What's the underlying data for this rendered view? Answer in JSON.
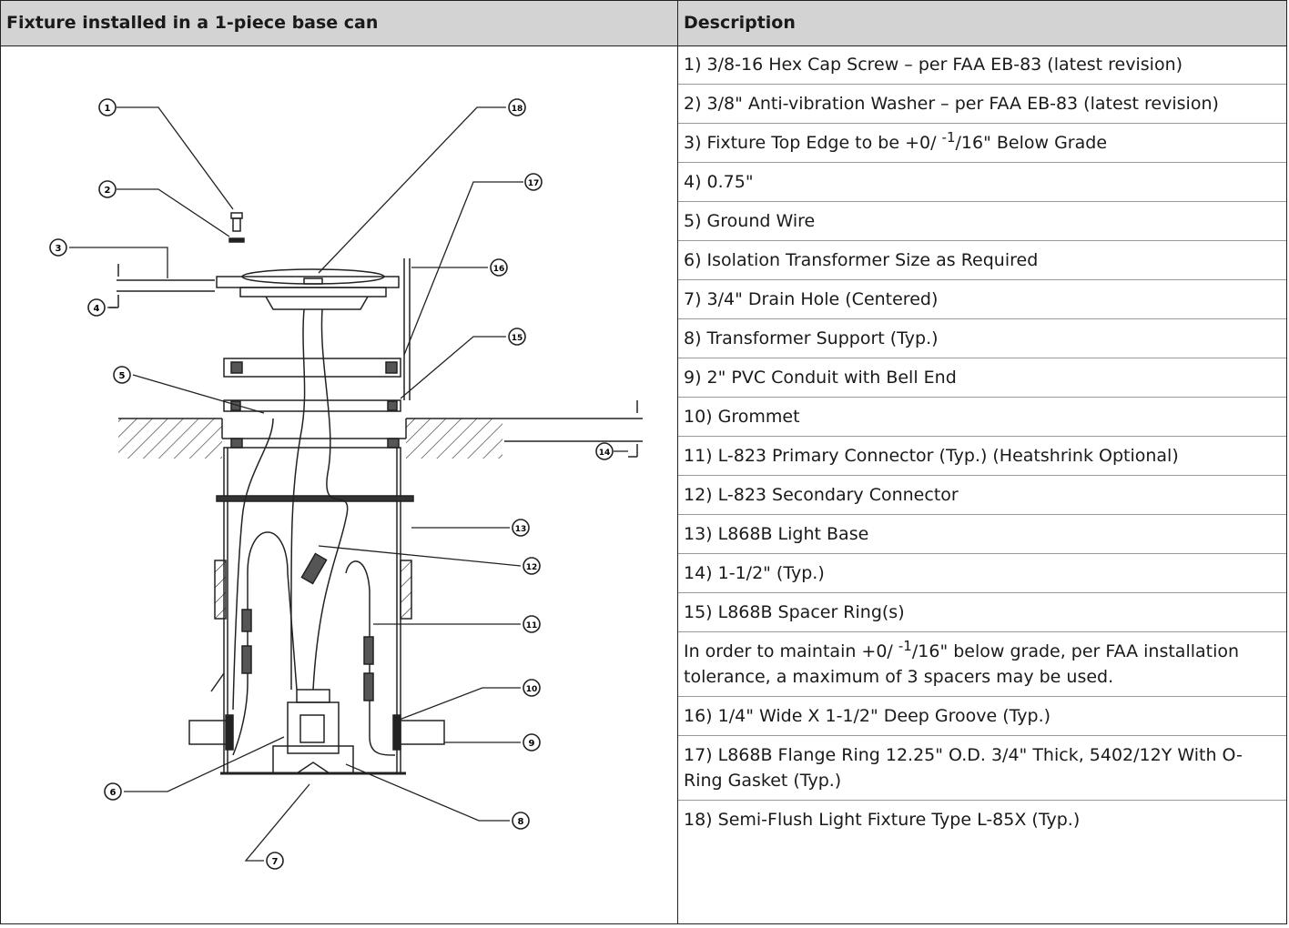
{
  "header": {
    "left": "Fixture installed in a 1-piece base can",
    "right": "Description"
  },
  "callout_numbers": [
    "1",
    "2",
    "3",
    "4",
    "5",
    "6",
    "7",
    "8",
    "9",
    "10",
    "11",
    "12",
    "13",
    "14",
    "15",
    "16",
    "17",
    "18"
  ],
  "items": [
    {
      "text": "1) 3/8-16 Hex Cap Screw – per FAA EB-83 (latest revision)"
    },
    {
      "text": "2) 3/8\" Anti-vibration Washer – per FAA EB-83 (latest revision)"
    },
    {
      "pre": "3) Fixture Top Edge to be +0/ ",
      "sup": "-1",
      "post": "/16\" Below Grade"
    },
    {
      "text": "4) 0.75\""
    },
    {
      "text": "5) Ground Wire"
    },
    {
      "text": "6) Isolation Transformer Size as Required"
    },
    {
      "text": "7) 3/4\" Drain Hole (Centered)"
    },
    {
      "text": "8) Transformer Support (Typ.)"
    },
    {
      "text": "9) 2\" PVC Conduit with Bell End"
    },
    {
      "text": "10) Grommet"
    },
    {
      "text": "11) L-823 Primary Connector (Typ.) (Heatshrink Optional)"
    },
    {
      "text": "12) L-823 Secondary Connector"
    },
    {
      "text": "13) L868B Light Base"
    },
    {
      "text": "14) 1-1/2\" (Typ.)"
    },
    {
      "text": "15) L868B Spacer Ring(s)"
    },
    {
      "pre": "In order to maintain +0/ ",
      "sup": "-1",
      "post": "/16\" below grade, per FAA installation tolerance, a maximum of 3 spacers may be used."
    },
    {
      "text": "16) 1/4\" Wide X 1-1/2\" Deep Groove (Typ.)"
    },
    {
      "text": "17) L868B Flange Ring 12.25\" O.D. 3/4\" Thick, 5402/12Y With O-Ring Gasket (Typ.)"
    },
    {
      "text": "18) Semi-Flush Light Fixture Type L-85X (Typ.)"
    }
  ]
}
